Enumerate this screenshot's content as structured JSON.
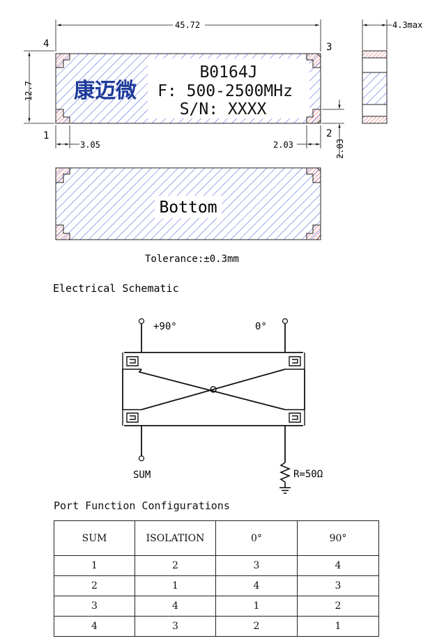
{
  "mechanical": {
    "length": "45.72",
    "max_height": "4.3max",
    "width": "12.7",
    "pad_offset": "3.05",
    "pad_width_bottom": "2.03",
    "pad_height_right": "2.03",
    "pins": {
      "p1": "1",
      "p2": "2",
      "p3": "3",
      "p4": "4"
    },
    "logo_text": "康迈微",
    "marking": {
      "model": "B0164J",
      "freq": "F: 500-2500MHz",
      "serial": "S/N: XXXX"
    },
    "bottom_label": "Bottom",
    "tolerance": "Tolerance:±0.3mm"
  },
  "schematic": {
    "title": "Electrical Schematic",
    "port_plus90": "+90°",
    "port_0": "0°",
    "port_sum": "SUM",
    "resistor": "R=50Ω"
  },
  "ports_table": {
    "title": "Port Function Configurations",
    "headers": [
      "SUM",
      "ISOLATION",
      "0°",
      "90°"
    ],
    "rows": [
      [
        "1",
        "2",
        "3",
        "4"
      ],
      [
        "2",
        "1",
        "4",
        "3"
      ],
      [
        "3",
        "4",
        "1",
        "2"
      ],
      [
        "4",
        "3",
        "2",
        "1"
      ]
    ]
  },
  "colors": {
    "hatch_body": "#2b3fd0",
    "hatch_pad": "#d23a3a",
    "logo": "#1e3a9a"
  }
}
